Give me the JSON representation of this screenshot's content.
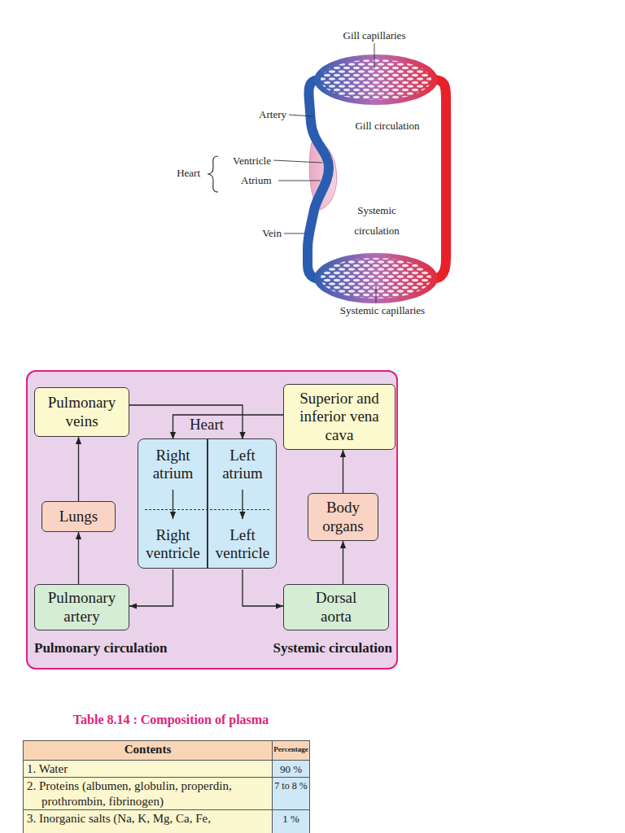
{
  "diagram": {
    "nodes": [
      {
        "text": [
          "Pulmonary circulation",
          "Systemic circulation"
        ]
      },
      {
        "text": [
          "Pulmonary veins"
        ],
        "in": 0
      },
      {
        "text": [
          "Heart"
        ],
        "in": 0
      },
      {
        "text": [
          "Right atrium"
        ],
        "in": 2
      },
      {
        "text": [
          "Left atrium"
        ],
        "in": 2
      },
      {
        "text": [
          "Right ventricle"
        ],
        "in": 2
      },
      {
        "text": [
          "Left ventricle"
        ],
        "in": 2
      },
      {
        "text": [
          "Superior and inferior vena cava"
        ],
        "in": 0
      },
      {
        "text": [
          "Lungs"
        ],
        "in": 0
      },
      {
        "text": [
          "Body organs"
        ],
        "in": 0
      },
      {
        "text": [
          "Pulmonary artery"
        ],
        "in": 0
      },
      {
        "text": [
          "Dorsal aorta"
        ],
        "in": 0
      }
    ],
    "edges": [
      {
        "from": 8,
        "to": 1,
        "arrow": "to"
      },
      {
        "from": 1,
        "to": 4,
        "arrow": "to"
      },
      {
        "from": 7,
        "to": 3,
        "arrow": "to"
      },
      {
        "from": 3,
        "to": 5,
        "arrow": "to"
      },
      {
        "from": 4,
        "to": 6,
        "arrow": "to"
      },
      {
        "from": 5,
        "to": 10,
        "arrow": "to"
      },
      {
        "from": 6,
        "to": 11,
        "arrow": "to"
      },
      {
        "from": 10,
        "to": 8,
        "arrow": "to"
      },
      {
        "from": 11,
        "to": 9,
        "arrow": "to"
      },
      {
        "from": 9,
        "to": 7,
        "arrow": "to"
      }
    ],
    "labels": [
      "Gill capillaries",
      "Artery",
      "Gill circulation",
      "Heart",
      "Ventricle",
      "Atrium",
      "Systemic circulation",
      "Vein",
      "Systemic capillaries",
      "Table 8.14 : Composition of plasma",
      "Contents",
      "Percentage",
      "1. Water",
      "90 %",
      "2. Proteins (albumen, globulin, properdin, prothrombin, fibrinogen)",
      "7 to 8 %",
      "3. Inorganic salts (Na, K, Mg, Ca, Fe,",
      "1 %"
    ]
  }
}
